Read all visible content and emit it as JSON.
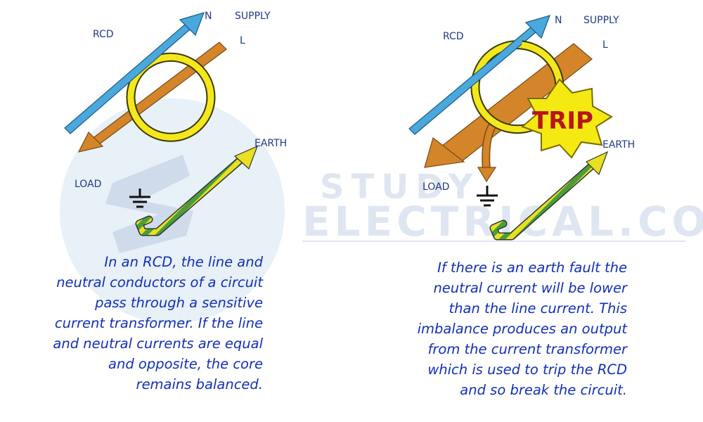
{
  "watermark": {
    "line1": "STUDY",
    "line2": "ELECTRICAL.COM"
  },
  "left_panel": {
    "label_rcd": "RCD",
    "label_n": "N",
    "label_supply": "SUPPLY",
    "label_l": "L",
    "label_earth": "EARTH",
    "label_load": "LOAD",
    "caption": [
      "In an RCD, the line and",
      "neutral conductors of a circuit",
      "pass through a sensitive",
      "current transformer. If the line",
      "and neutral currents are equal",
      "and opposite, the core",
      "remains balanced."
    ]
  },
  "right_panel": {
    "label_rcd": "RCD",
    "label_n": "N",
    "label_supply": "SUPPLY",
    "label_l": "L",
    "label_earth": "EARTH",
    "label_load": "LOAD",
    "trip_label": "TRIP",
    "caption": [
      "If there is an earth fault the",
      "neutral current will be lower",
      "than the line current. This",
      "imbalance produces an output",
      "from the current transformer",
      "which is used to trip the RCD",
      "and so break the circuit."
    ]
  },
  "colors": {
    "neutral_conductor": "#4aa8dc",
    "line_conductor": "#d4852a",
    "transformer_ring": "#f4e81c",
    "earth_green": "#4a9e3a",
    "earth_yellow": "#e8e020",
    "caption_text": "#1230b8",
    "trip_text": "#b8141b"
  },
  "icons": [
    "earth-symbol-icon",
    "starburst-icon"
  ]
}
